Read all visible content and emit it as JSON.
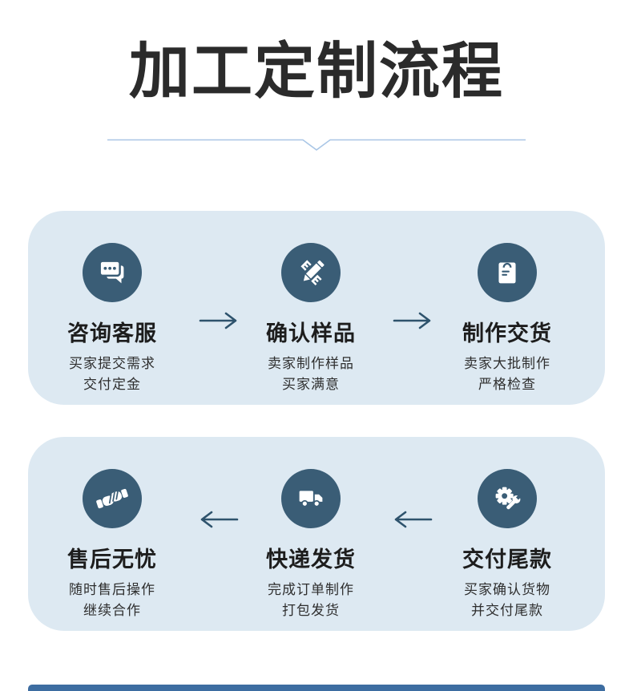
{
  "page": {
    "title": "加工定制流程"
  },
  "colors": {
    "panel_bg": "#dde9f2",
    "icon_circle": "#3a5d76",
    "arrow": "#2e536d",
    "divider": "#a9c6e6",
    "footer_bar": "#3d6da1",
    "title_text": "#2b2b2b"
  },
  "flow": {
    "rows": [
      {
        "name": "ordering-process",
        "direction": "right",
        "steps": [
          {
            "icon": "chat-bubbles-icon",
            "title": "咨询客服",
            "desc_line1": "买家提交需求",
            "desc_line2": "交付定金"
          },
          {
            "icon": "pencil-ruler-icon",
            "title": "确认样品",
            "desc_line1": "卖家制作样品",
            "desc_line2": "买家满意"
          },
          {
            "icon": "clipboard-icon",
            "title": "制作交货",
            "desc_line1": "卖家大批制作",
            "desc_line2": "严格检查"
          }
        ]
      },
      {
        "name": "delivery-process",
        "direction": "left",
        "steps": [
          {
            "icon": "handshake-icon",
            "title": "售后无忧",
            "desc_line1": "随时售后操作",
            "desc_line2": "继续合作"
          },
          {
            "icon": "truck-icon",
            "title": "快递发货",
            "desc_line1": "完成订单制作",
            "desc_line2": "打包发货"
          },
          {
            "icon": "gear-wrench-icon",
            "title": "交付尾款",
            "desc_line1": "买家确认货物",
            "desc_line2": "并交付尾款"
          }
        ]
      }
    ]
  }
}
